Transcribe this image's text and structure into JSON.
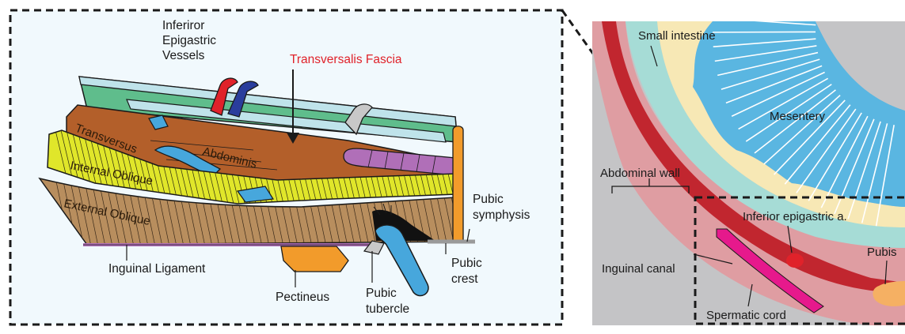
{
  "left_panel": {
    "labels": {
      "inferior_epigastric_vessels": [
        "Inferiror",
        "Epigastric",
        "Vessels"
      ],
      "transversalis_fascia": "Transversalis Fascia",
      "transversus": "Transversus",
      "abdominis": "Abdominis",
      "internal_oblique": "Internal Oblique",
      "external_oblique": "External Oblique",
      "pubic_symphysis": [
        "Pubic",
        "symphysis"
      ],
      "inguinal_ligament": "Inguinal Ligament",
      "pectineus": "Pectineus",
      "pubic_tubercle": [
        "Pubic",
        "tubercle"
      ],
      "pubic_crest": [
        "Pubic",
        "crest"
      ]
    }
  },
  "right_panel": {
    "labels": {
      "small_intestine": "Small intestine",
      "mesentery": "Mesentery",
      "abdominal_wall": "Abdominal wall",
      "inferior_epigastric_a": "Inferior epigastric a.",
      "pubis": "Pubis",
      "inguinal_canal": "Inguinal canal",
      "spermatic_cord": "Spermatic cord"
    }
  },
  "colors": {
    "panel_bg": "#f1f9fd",
    "transversalis_fascia_green": "#5fbd8c",
    "fascia_light_blue": "#bfe3ea",
    "transversus_brown": "#b35f2a",
    "internal_oblique_yellow": "#e0e62a",
    "external_oblique_tan": "#b88e5e",
    "vessel_red": "#e0222a",
    "vessel_blue": "#2a3d9c",
    "cord_blue": "#47a7dc",
    "pectineus_orange": "#f29b2b",
    "purple_band": "#b06fb8",
    "mesentery_blue": "#5ab6e1",
    "small_intestine_cream": "#f7e8b5",
    "peritoneum_teal": "#a6dcd6",
    "wall_pink": "#df9da2",
    "muscle_dark_red": "#c1262f",
    "spermatic_cord_magenta": "#e6198c",
    "background_gray": "#c4c4c6"
  }
}
